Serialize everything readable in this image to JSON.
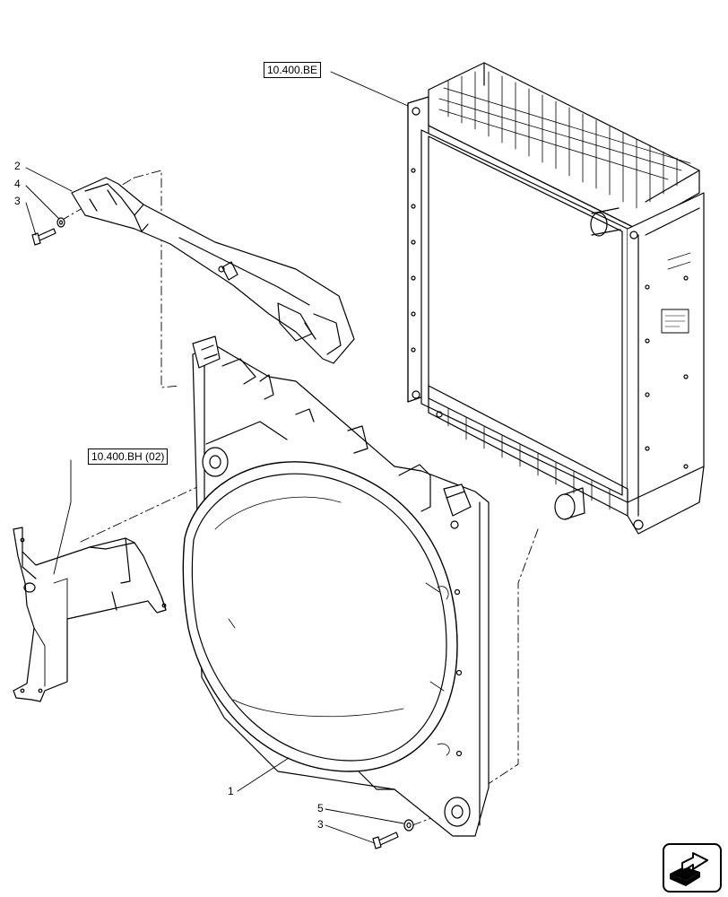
{
  "references": {
    "radiator": "10.400.BE",
    "bracket": "10.400.BH (02)"
  },
  "callouts": {
    "shroud": "1",
    "upper_support": "2",
    "bolt_upper": "3",
    "washer_upper": "4",
    "washer_lower": "5",
    "bolt_lower": "3"
  },
  "navigation": {
    "icon": "next-page-arrow-icon"
  }
}
